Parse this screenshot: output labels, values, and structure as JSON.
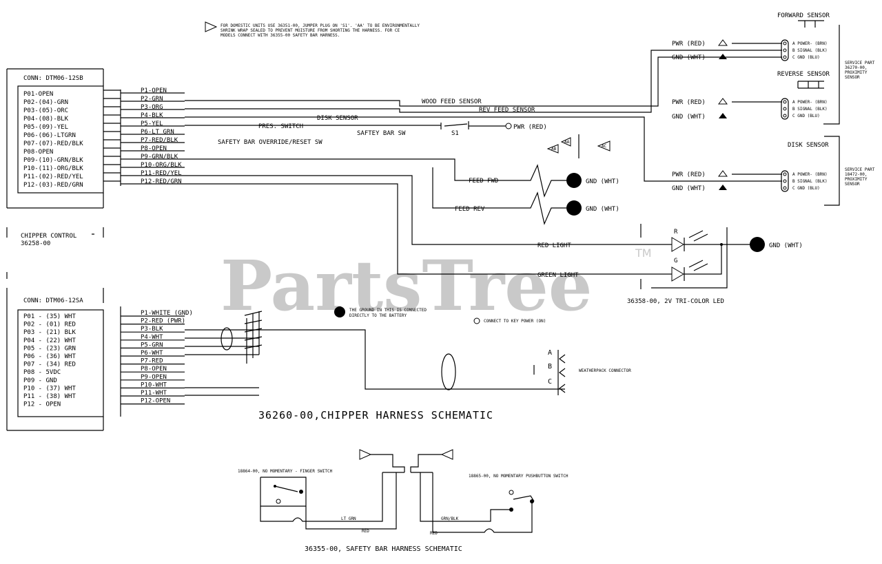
{
  "note": {
    "line1": "FOR DOMESTIC UNITS USE 36351-00, JUMPER PLUG ON 'S1'. 'AA' TO BE ENVIRONMENTALLY",
    "line2": "SHRINK WRAP SEALED TO PREVENT MOISTURE FROM SHORTING THE HARNESS. FOR CE",
    "line3": "MODELS CONNECT WITH 36355-00 SAFETY BAR HARNESS."
  },
  "conn1": {
    "title": "CONN: DTM06-12SB",
    "pins": [
      "P01-OPEN",
      "P02-(04)-GRN",
      "P03-(05)-ORC",
      "P04-(08)-BLK",
      "P05-(09)-YEL",
      "P06-(06)-LTGRN",
      "P07-(07)-RED/BLK",
      "P08-OPEN",
      "P09-(10)-GRN/BLK",
      "P10-(11)-ORG/BLK",
      "P11-(02)-RED/YEL",
      "P12-(03)-RED/GRN"
    ]
  },
  "wires1": [
    "P1-OPEN",
    "P2-GRN",
    "P3-ORG",
    "P4-BLK",
    "P5-YEL",
    "P6-LT GRN",
    "P7-RED/BLK",
    "P8-OPEN",
    "P9-GRN/BLK",
    "P10-ORG/BLK",
    "P11-RED/YEL",
    "P12-RED/GRN"
  ],
  "controller": {
    "label": "CHIPPER CONTROL",
    "part": "36258-00"
  },
  "conn2": {
    "title": "CONN: DTM06-12SA",
    "pins": [
      "P01 - (35) WHT",
      "P02 - (01) RED",
      "P03 - (21) BLK",
      "P04 - (22) WHT",
      "P05 - (23) GRN",
      "P06 - (36) WHT",
      "P07 - (34) RED",
      "P08 - 5VDC",
      "P09 - GND",
      "P10 - (37) WHT",
      "P11 - (38) WHT",
      "P12 - OPEN"
    ]
  },
  "wires2": [
    "P1-WHITE (GND)",
    "P2-RED (PWR)",
    "P3-BLK",
    "P4-WHT",
    "P5-GRN",
    "P6-WHT",
    "P7-RED",
    "P8-OPEN",
    "P9-OPEN",
    "P10-WHT",
    "P11-WHT",
    "P12-OPEN"
  ],
  "labels": {
    "wood_feed_sensor": "WOOD FEED SENSOR",
    "rev_feed_sensor": "REV FEED SENSOR",
    "disk_sensor_wire": "DISK SENSOR",
    "pres_switch": "PRES. SWITCH",
    "saftey_bar_sw": "SAFTEY BAR SW",
    "override": "SAFETY BAR OVERRIDE/RESET SW",
    "s1": "S1",
    "pwr_red": "PWR (RED)",
    "feed_fwd": "FEED FWD",
    "feed_rev": "FEED REV",
    "gnd_wht": "GND (WHT)",
    "red_light": "RED LIGHT",
    "green_light": "GREEN LIGHT",
    "r": "R",
    "g": "G",
    "led_part": "36358-00, 2V TRI-COLOR LED",
    "ground_note_1": "THE GROUND IN THIS IS CONNECTED",
    "ground_note_2": "DIRECTLY TO THE BATTERY",
    "power_note": "CONNECT TO KEY POWER (ON)",
    "pin_a": "A",
    "pin_b": "B",
    "pin_c": "C",
    "aa": "AA",
    "ab": "AB",
    "ac": "AC",
    "connector_note": "WEATHERPACK CONNECTOR"
  },
  "forward_sensor": {
    "title": "FORWARD SENSOR",
    "pwr": "PWR (RED)",
    "gnd": "GND (WHT)",
    "pins": [
      "A POWER- (BRN)",
      "B SIGNAL (BLK)",
      "C GND (BLU)"
    ]
  },
  "reverse_sensor": {
    "title": "REVERSE SENSOR",
    "pwr": "PWR (RED)",
    "gnd": "GND (WHT)",
    "pins": [
      "A POWER- (BRN)",
      "B SIGNAL (BLK)",
      "C GND (BLU)"
    ]
  },
  "service_part_top": [
    "SERVICE PART",
    "36270-00,",
    "PROXIMITY",
    "SENSOR"
  ],
  "disk_sensor": {
    "title": "DISK SENSOR",
    "pwr": "PWR (RED)",
    "gnd": "GND (WHT)",
    "pins": [
      "A POWER- (BRN)",
      "B SIGNAL (BLK)",
      "C GND (BLU)"
    ]
  },
  "service_part_disk": [
    "SERVICE PART",
    "18472-00,",
    "PROXIMITY",
    "SENSOR"
  ],
  "chipper_title": "36260-00,CHIPPER HARNESS SCHEMATIC",
  "safety": {
    "title": "36355-00, SAFETY BAR HARNESS SCHEMATIC",
    "left_switch": "18864-00, NO MOMENTARY - FINGER SWITCH",
    "right_switch": "18865-00, NO MOMENTARY PUSHBUTTON SWITCH",
    "wire_lt_grn": "LT GRN",
    "wire_red_left": "RED",
    "wire_grn_blk": "GRN/BLK",
    "wire_red_right": "RED"
  },
  "watermark": {
    "text": "PartsTree",
    "tm": "TM"
  }
}
